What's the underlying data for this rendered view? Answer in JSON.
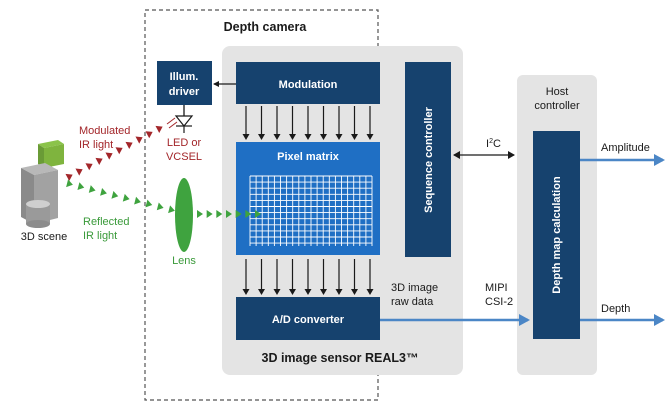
{
  "title": "Depth camera",
  "sensor_caption": "3D image sensor REAL3™",
  "blocks": {
    "illum_driver": [
      "Illum.",
      "driver"
    ],
    "modulation": "Modulation",
    "pixel_matrix": "Pixel matrix",
    "ad_converter": "A/D converter",
    "sequence_controller": "Sequence controller",
    "host_controller": [
      "Host",
      "controller"
    ],
    "depth_map_calculation": "Depth map calculation"
  },
  "labels": {
    "modulated_ir": [
      "Modulated",
      "IR light"
    ],
    "reflected_ir": [
      "Reflected",
      "IR light"
    ],
    "led_vcsel": [
      "LED or",
      "VCSEL"
    ],
    "lens": "Lens",
    "scene": "3D scene",
    "raw_data": [
      "3D image",
      "raw data"
    ],
    "mipi": [
      "MIPI",
      "CSI-2"
    ],
    "i2c_base": "I",
    "i2c_sup": "2",
    "i2c_tail": "C",
    "amplitude": "Amplitude",
    "depth": "Depth"
  },
  "colors": {
    "dark_blue": "#16426e",
    "pixel_blue": "#1f6fc4",
    "sensor_gray": "#e4e4e4",
    "arrow_blue": "#4b86c6",
    "red": "#a3262a",
    "green": "#3fa33f"
  }
}
